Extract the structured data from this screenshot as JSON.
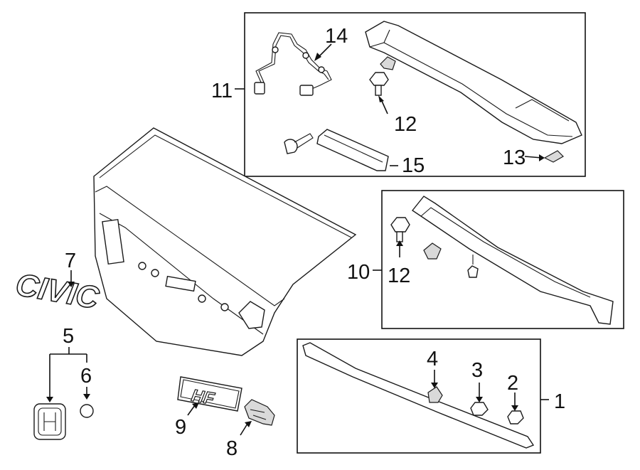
{
  "callouts": {
    "c1": "1",
    "c2": "2",
    "c3": "3",
    "c4": "4",
    "c5": "5",
    "c6": "6",
    "c7": "7",
    "c8": "8",
    "c9": "9",
    "c10": "10",
    "c11": "11",
    "c12a": "12",
    "c12b": "12",
    "c13": "13",
    "c14": "14",
    "c15": "15"
  },
  "badges": {
    "civic": "CIVIC",
    "hf": "HF"
  },
  "colors": {
    "line": "#111111",
    "fill": "#ffffff",
    "shade": "#d9d9d9"
  }
}
